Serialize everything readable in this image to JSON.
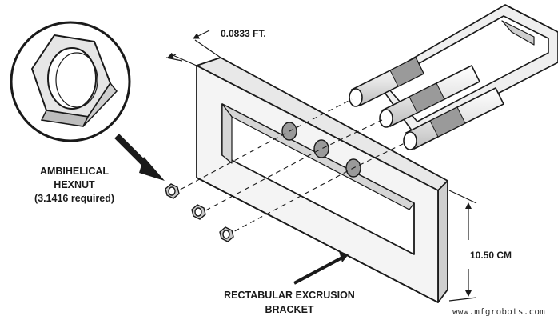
{
  "callout": {
    "line1": "AMBIHELICAL",
    "line2": "HEXNUT",
    "line3": "(3.1416 required)"
  },
  "dimensions": {
    "thickness": "0.0833 FT.",
    "height": "10.50 CM"
  },
  "bracket": {
    "line1": "RECTABULAR EXCRUSION",
    "line2": "BRACKET"
  },
  "watermark": "www.mfgrobots.com",
  "colors": {
    "outline": "#1a1a1a",
    "face": "#f4f4f4",
    "side": "#d0d0d0",
    "rod_shade": "#9a9a9a"
  }
}
